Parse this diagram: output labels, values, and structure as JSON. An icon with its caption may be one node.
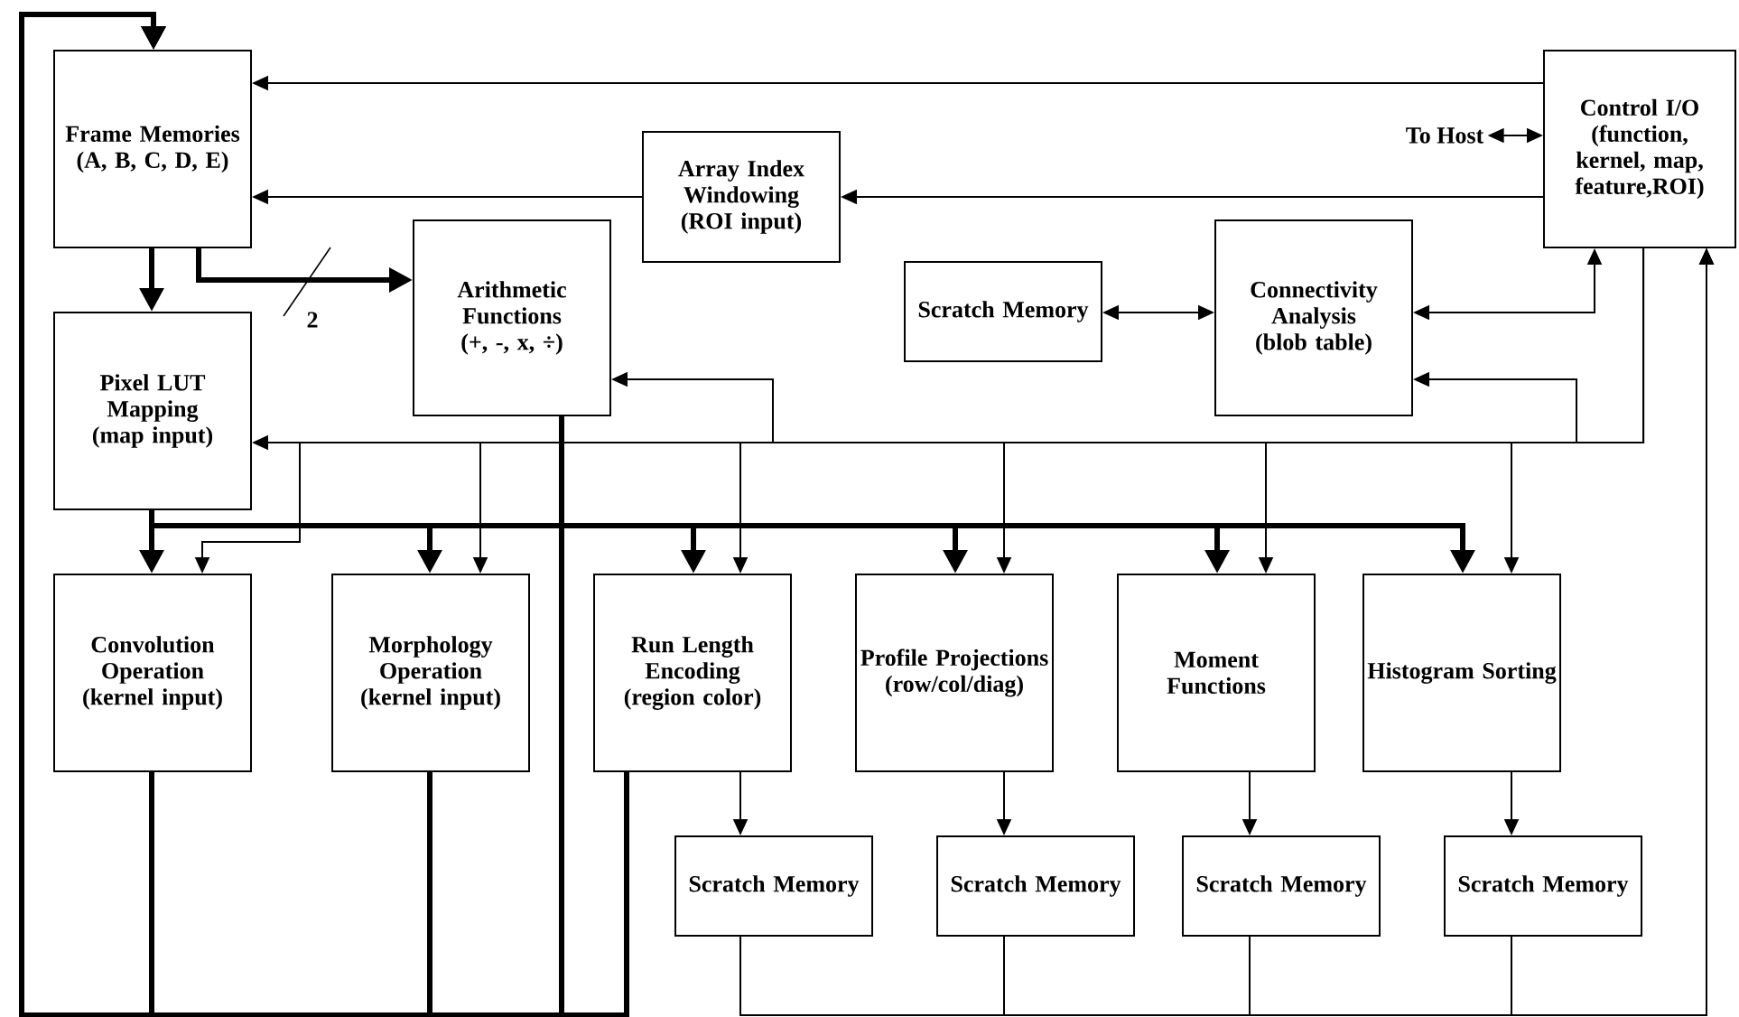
{
  "diagram": {
    "nodes": [
      {
        "text": [
          "Frame Memories",
          "(A, B, C, D, E)"
        ]
      },
      {
        "text": [
          "Array Index Windowing",
          "(ROI input)"
        ]
      },
      {
        "text": [
          "Control I/O",
          "(function, kernel, map, feature,ROI)"
        ]
      },
      {
        "text": [
          "To Host"
        ]
      },
      {
        "text": [
          "Arithmetic Functions",
          "(+, -, x, ÷)"
        ]
      },
      {
        "text": [
          "Scratch Memory"
        ]
      },
      {
        "text": [
          "Connectivity Analysis",
          "(blob table)"
        ]
      },
      {
        "text": [
          "Pixel LUT Mapping",
          "(map input)"
        ]
      },
      {
        "text": [
          "Convolution Operation",
          "(kernel input)"
        ]
      },
      {
        "text": [
          "Morphology Operation",
          "(kernel input)"
        ]
      },
      {
        "text": [
          "Run Length Encoding",
          "(region color)"
        ]
      },
      {
        "text": [
          "Profile Projections",
          "(row/col/diag)"
        ]
      },
      {
        "text": [
          "Moment Functions"
        ]
      },
      {
        "text": [
          "Histogram Sorting"
        ]
      },
      {
        "text": [
          "Scratch Memory"
        ]
      },
      {
        "text": [
          "Scratch Memory"
        ]
      },
      {
        "text": [
          "Scratch Memory"
        ]
      },
      {
        "text": [
          "Scratch Memory"
        ]
      }
    ],
    "edges": [
      {
        "from": 2,
        "to": 0,
        "arrow": "to"
      },
      {
        "from": 2,
        "to": 1,
        "arrow": "to"
      },
      {
        "from": 1,
        "to": 0,
        "arrow": "to"
      },
      {
        "from": 3,
        "to": 2,
        "arrow": "both"
      },
      {
        "from": 0,
        "to": 7,
        "arrow": "to",
        "style": "thick"
      },
      {
        "from": 0,
        "to": 4,
        "arrow": "to",
        "style": "thick",
        "label": "2"
      },
      {
        "from": 5,
        "to": 6,
        "arrow": "both"
      },
      {
        "from": 2,
        "to": 6,
        "arrow": "both"
      },
      {
        "from": 2,
        "to": 7,
        "arrow": "to"
      },
      {
        "from": 2,
        "to": 4,
        "arrow": "to"
      },
      {
        "from": 2,
        "to": 6,
        "arrow": "to"
      },
      {
        "from": 2,
        "to": 8,
        "arrow": "to"
      },
      {
        "from": 2,
        "to": 9,
        "arrow": "to"
      },
      {
        "from": 2,
        "to": 10,
        "arrow": "to"
      },
      {
        "from": 2,
        "to": 11,
        "arrow": "to"
      },
      {
        "from": 2,
        "to": 12,
        "arrow": "to"
      },
      {
        "from": 2,
        "to": 13,
        "arrow": "to"
      },
      {
        "from": 7,
        "to": 8,
        "arrow": "to",
        "style": "thick"
      },
      {
        "from": 7,
        "to": 9,
        "arrow": "to",
        "style": "thick"
      },
      {
        "from": 7,
        "to": 10,
        "arrow": "to",
        "style": "thick"
      },
      {
        "from": 7,
        "to": 11,
        "arrow": "to",
        "style": "thick"
      },
      {
        "from": 7,
        "to": 12,
        "arrow": "to",
        "style": "thick"
      },
      {
        "from": 7,
        "to": 13,
        "arrow": "to",
        "style": "thick"
      },
      {
        "from": 10,
        "to": 14,
        "arrow": "to"
      },
      {
        "from": 11,
        "to": 15,
        "arrow": "to"
      },
      {
        "from": 12,
        "to": 16,
        "arrow": "to"
      },
      {
        "from": 13,
        "to": 17,
        "arrow": "to"
      },
      {
        "from": 14,
        "to": 2,
        "arrow": "to"
      },
      {
        "from": 15,
        "to": 2,
        "arrow": "to"
      },
      {
        "from": 16,
        "to": 2,
        "arrow": "to"
      },
      {
        "from": 17,
        "to": 2,
        "arrow": "to"
      },
      {
        "from": 8,
        "to": 0,
        "arrow": "to",
        "style": "thick"
      },
      {
        "from": 9,
        "to": 0,
        "arrow": "to",
        "style": "thick"
      },
      {
        "from": 4,
        "to": 0,
        "arrow": "to",
        "style": "thick"
      },
      {
        "from": 10,
        "to": 0,
        "arrow": "to",
        "style": "thick"
      }
    ]
  }
}
